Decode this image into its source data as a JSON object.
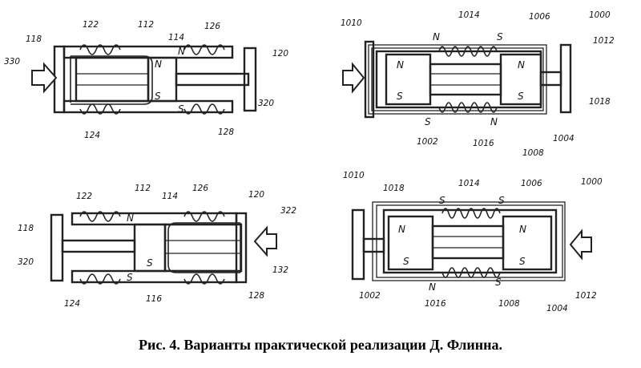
{
  "caption": "Рис. 4. Варианты практической реализации Д. Флинна.",
  "panel_top_left": {
    "labels": [
      "118",
      "122",
      "112",
      "114",
      "126",
      "330",
      "120",
      "320",
      "124",
      "128"
    ],
    "poles": [
      "N",
      "S",
      "N",
      "S"
    ]
  },
  "panel_top_right": {
    "labels": [
      "1010",
      "1014",
      "1006",
      "1000",
      "1012",
      "1018",
      "1002",
      "1016",
      "1008",
      "1004"
    ],
    "poles": [
      "N",
      "S",
      "N",
      "S",
      "N",
      "S",
      "S",
      "N"
    ]
  },
  "panel_bottom_left": {
    "labels": [
      "122",
      "112",
      "114",
      "126",
      "120",
      "322",
      "118",
      "320",
      "132",
      "124",
      "116",
      "128"
    ],
    "poles": [
      "N",
      "S",
      "S"
    ]
  },
  "panel_bottom_right": {
    "labels": [
      "1010",
      "1018",
      "1014",
      "1006",
      "1000",
      "1002",
      "1016",
      "1008",
      "1004",
      "1012"
    ],
    "poles": [
      "S",
      "S",
      "N",
      "S",
      "N",
      "S",
      "N",
      "S"
    ]
  }
}
